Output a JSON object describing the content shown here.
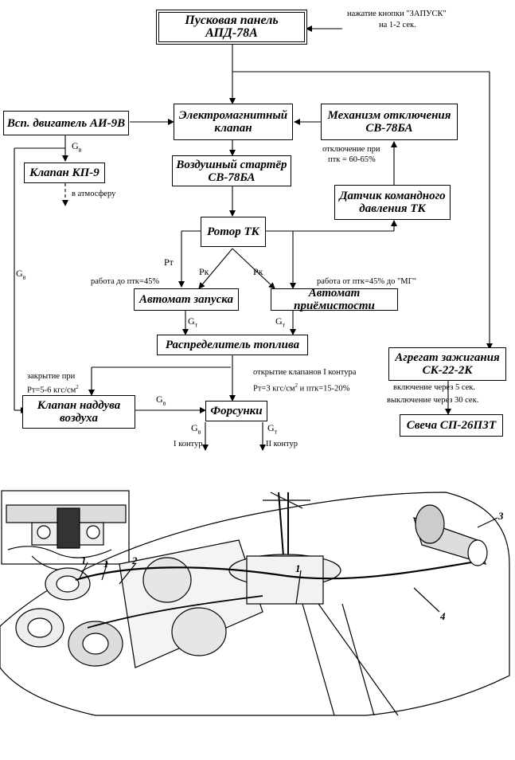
{
  "blocks": {
    "start_panel": "Пусковая панель АПД-78А",
    "solenoid_valve_line1": "Электромагнитный",
    "solenoid_valve_line2": "клапан",
    "aux_engine": "Всп. двигатель АИ-9В",
    "cutoff_mechanism_line1": "Механизм отключения",
    "cutoff_mechanism_line2": "СВ-78БА",
    "valve_kp9": "Клапан КП-9",
    "air_starter_line1": "Воздушный стартёр",
    "air_starter_line2": "СВ-78БА",
    "pressure_sensor_line1": "Датчик командного",
    "pressure_sensor_line2": "давления ТК",
    "rotor_tk": "Ротор ТК",
    "start_automat": "Автомат запуска",
    "throttle_automat": "Автомат приёмистости",
    "fuel_distributor": "Распределитель топлива",
    "ignition_unit_line1": "Агрегат зажигания",
    "ignition_unit_line2": "СК-22-2К",
    "boost_valve_line1": "Клапан наддува",
    "boost_valve_line2": "воздуха",
    "injectors": "Форсунки",
    "spark_plug": "Свеча СП-26ПЗТ"
  },
  "notes": {
    "start_button_line1": "нажатие кнопки \"ЗАПУСК\"",
    "start_button_line2": "на 1-2 сек.",
    "cutoff_line1": "отключение при",
    "cutoff_line2": "птк = 60-65%",
    "to_atmosphere": "в атмосферу",
    "work_to_45": "работа до птк=45%",
    "work_from_45": "работа от птк=45% до \"МГ\"",
    "closing_line1": "закрытие при",
    "closing_line2": "Рт=5-6 кгс/см",
    "opening_line1": "открытие клапанов I контура",
    "opening_line2": "Рт=3 кгс/см",
    "opening_line2b": "и птк=15-20%",
    "switch_on": "включение через 5 сек.",
    "switch_off": "выключение через 30 сек.",
    "contour_1": "I контур",
    "contour_2": "II контур"
  },
  "symbols": {
    "g": "G",
    "sub_v": "в",
    "sub_t": "т",
    "pt": "Рт",
    "pk": "Рк",
    "sup2": "2"
  },
  "callouts": [
    "1",
    "1",
    "1",
    "2",
    "3",
    "4"
  ]
}
